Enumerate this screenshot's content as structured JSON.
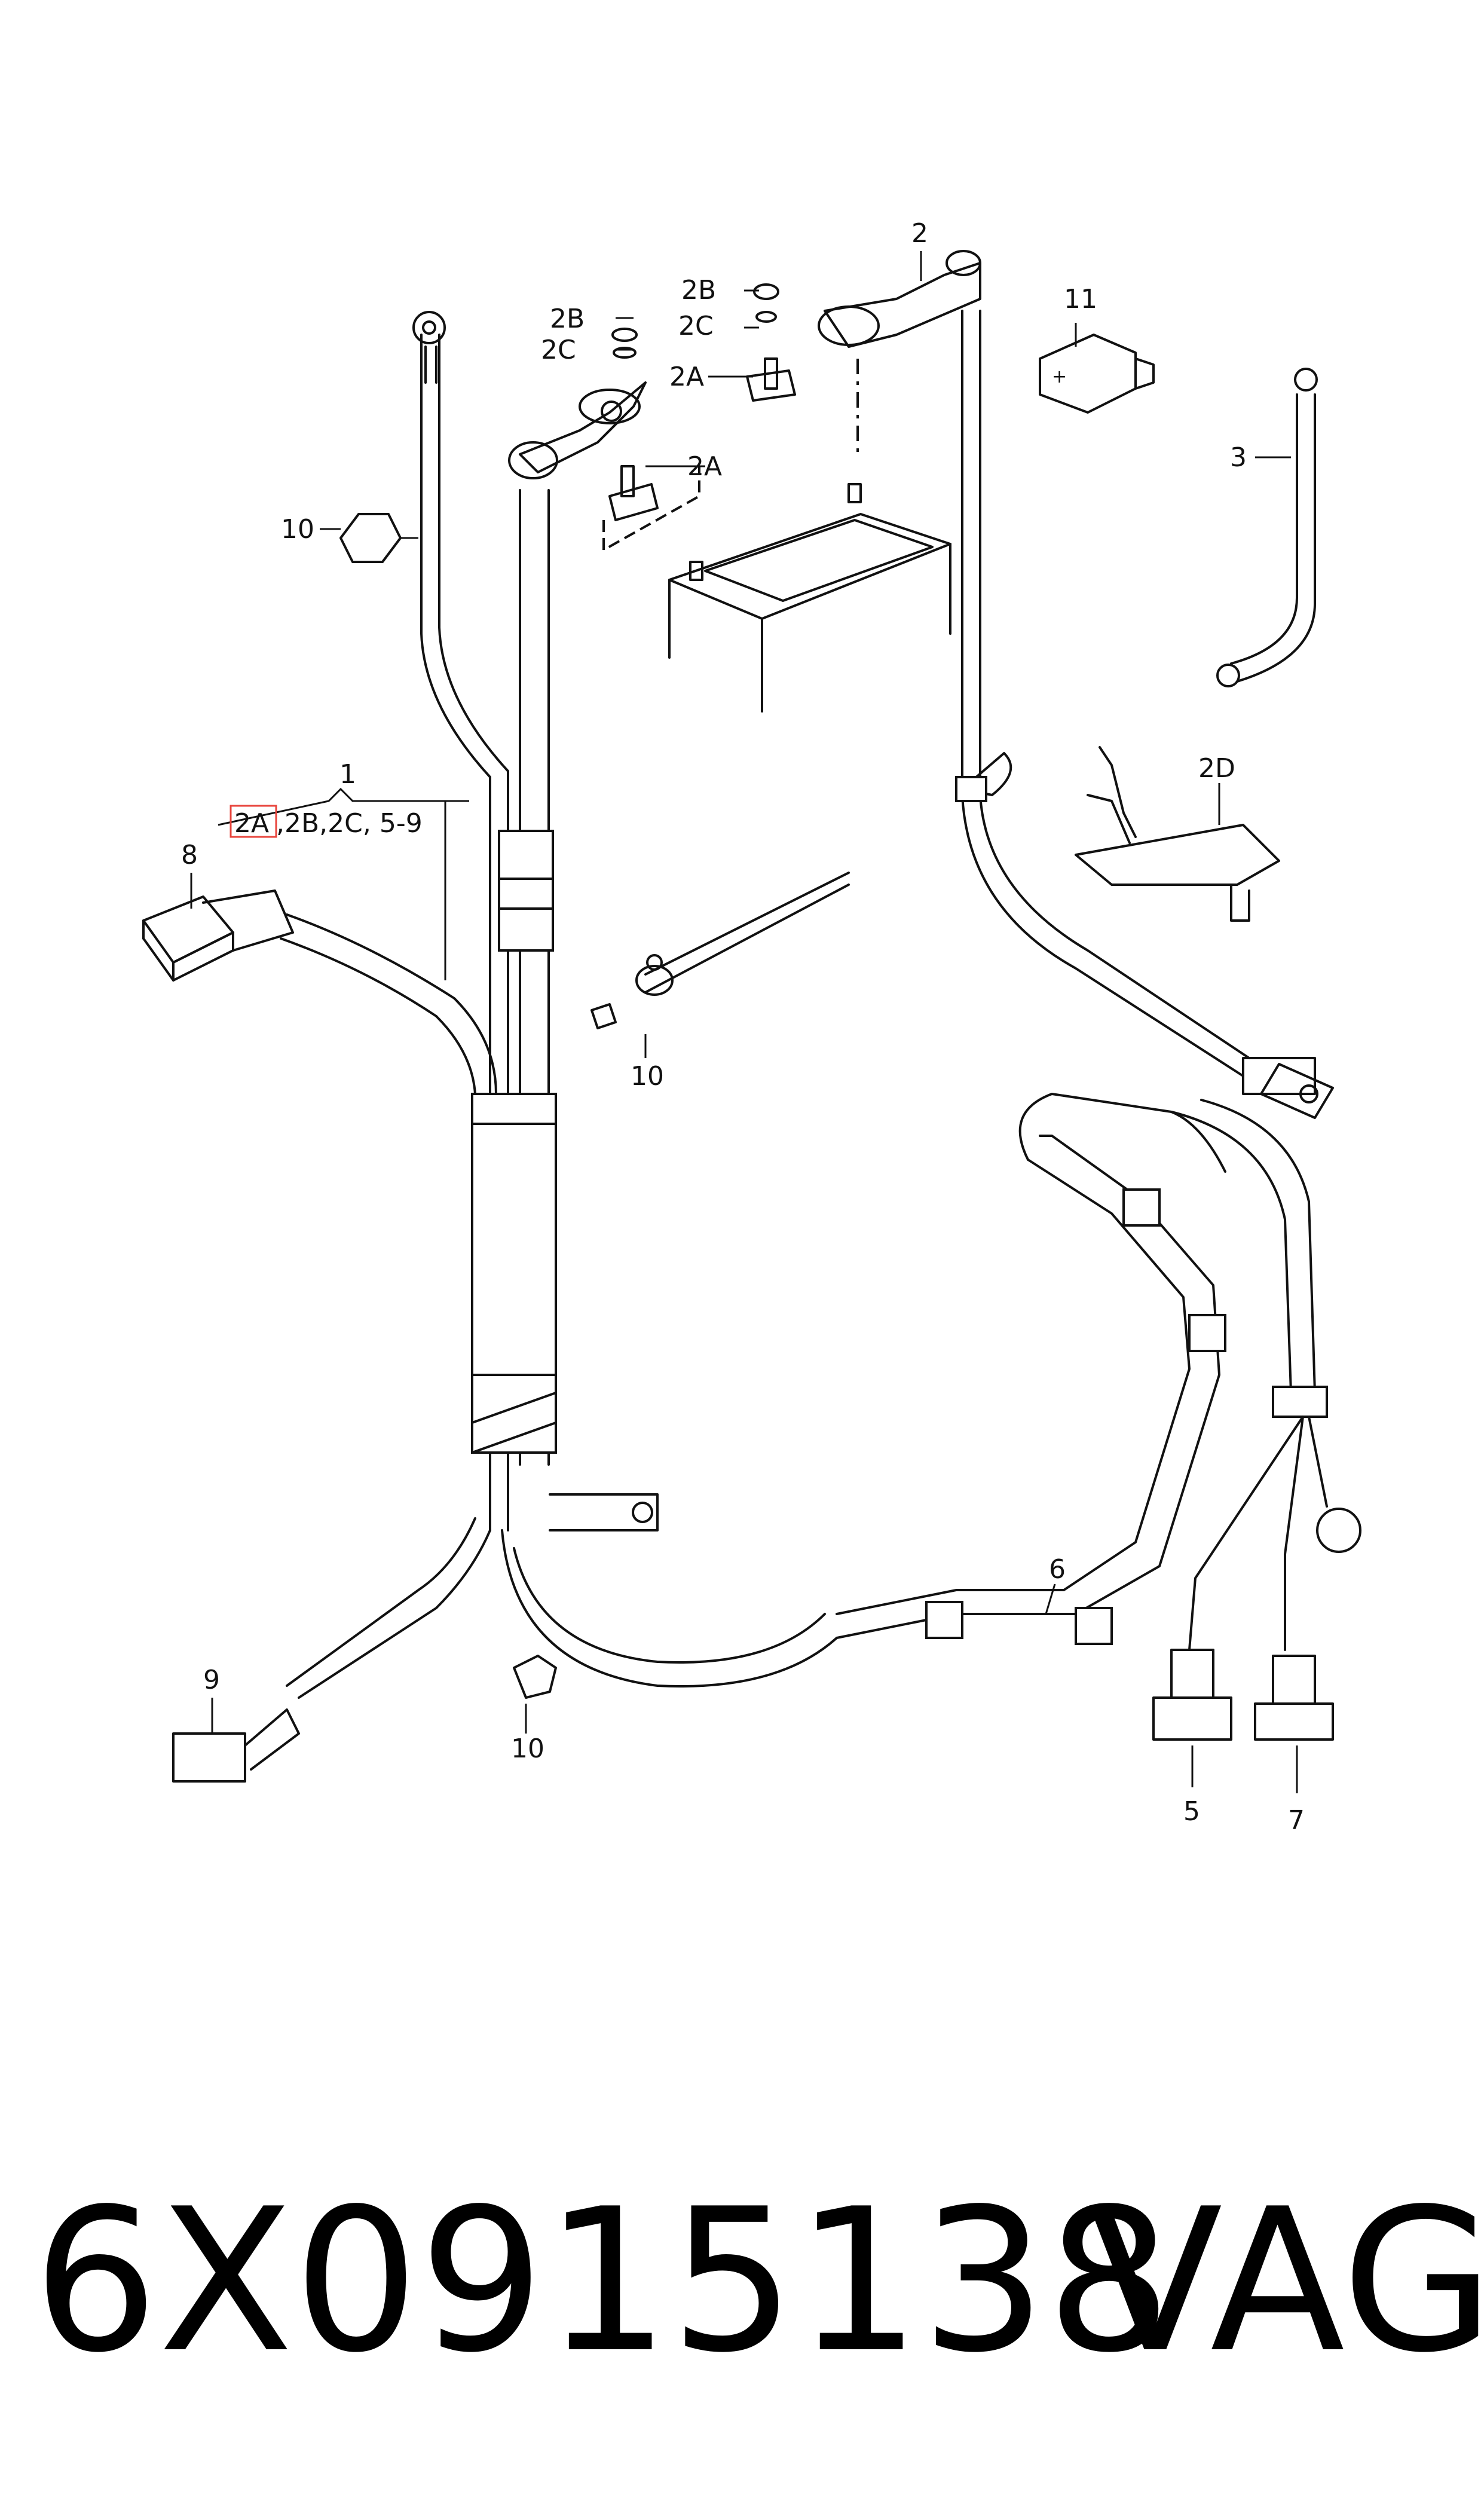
{
  "diagram": {
    "callouts": {
      "c1": "1",
      "c1_sub_highlight": "2A",
      "c1_sub_rest": ",2B,2C, 5-9",
      "c2": "2",
      "c2a_left": "2A",
      "c2b_left": "2B",
      "c2c_left": "2C",
      "c2a_right": "2A",
      "c2b_right": "2B",
      "c2c_right": "2C",
      "c2d": "2D",
      "c3": "3",
      "c5": "5",
      "c6": "6",
      "c7": "7",
      "c8": "8",
      "c9": "9",
      "c10_top": "10",
      "c10_mid": "10",
      "c10_bottom": "10",
      "c11": "11"
    },
    "highlight_color": "#e8443c"
  },
  "footer": {
    "part_number": "6X0915138",
    "brand": "VAG"
  }
}
